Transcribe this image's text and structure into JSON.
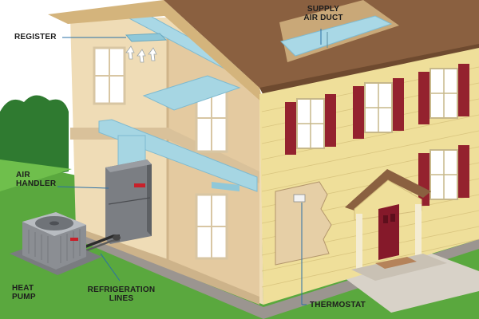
{
  "labels": {
    "register": "REGISTER",
    "supply_air_duct": [
      "SUPPLY",
      "AIR DUCT"
    ],
    "air_handler": [
      "AIR",
      "HANDLER"
    ],
    "heat_pump": [
      "HEAT",
      "PUMP"
    ],
    "refrigeration_lines": [
      "REFRIGERATION",
      "LINES"
    ],
    "thermostat": "THERMOSTAT"
  },
  "colors": {
    "siding": "#efdf9a",
    "roof": "#8a6040",
    "interior_wall": "#e9d5ae",
    "duct": "#a9d8e6",
    "shutter": "#94222e",
    "door": "#85192a",
    "grass": "#58a63c",
    "equipment": "#7b7e83",
    "label_line": "#2a6fa6"
  },
  "icons": [
    "register-airflow-arrows",
    "brand-badge"
  ]
}
